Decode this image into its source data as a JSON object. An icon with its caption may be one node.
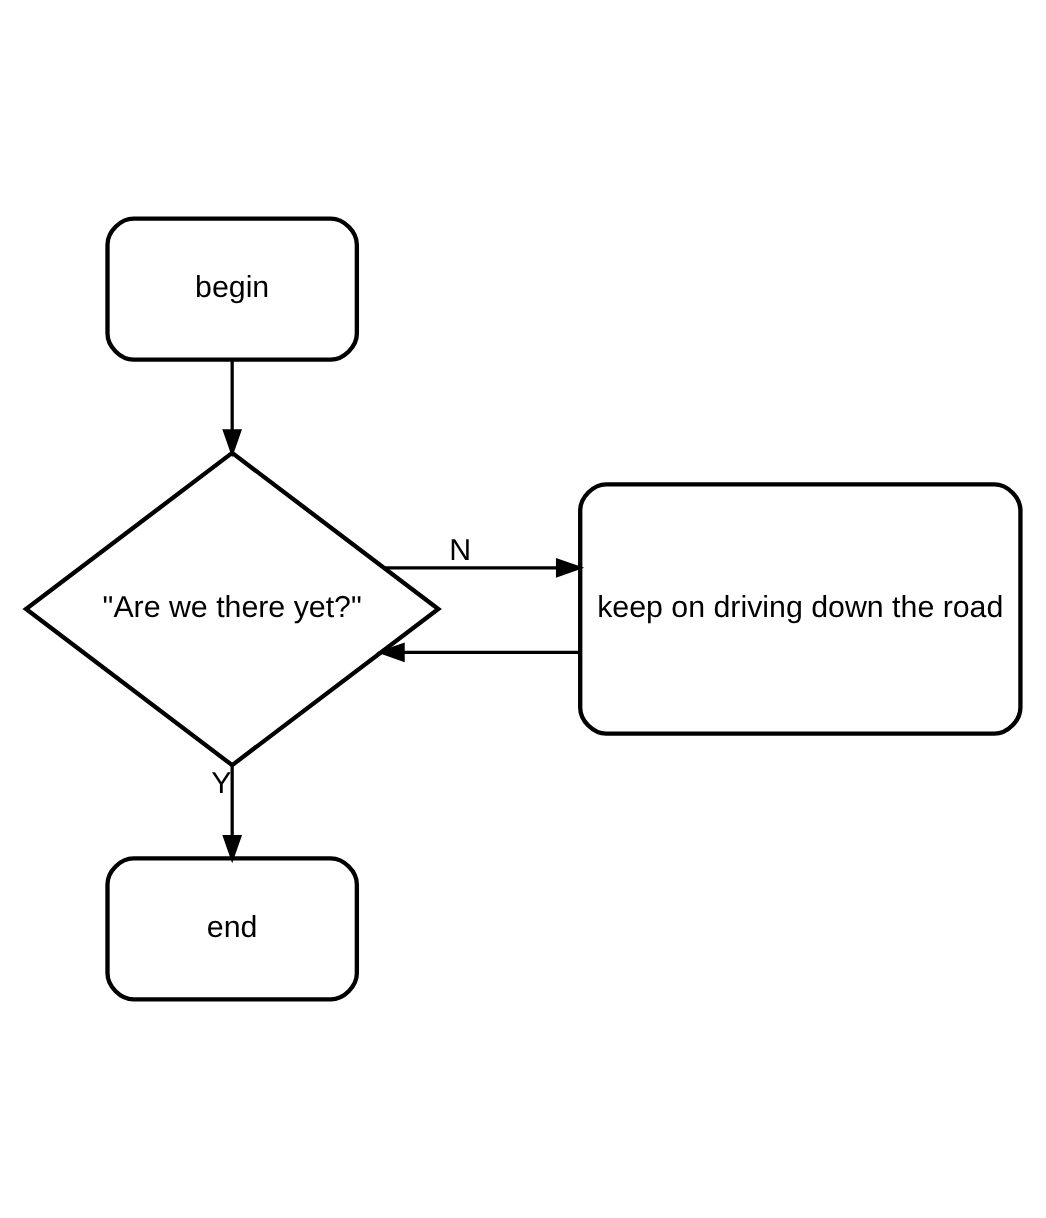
{
  "diagram": {
    "nodes": [
      {
        "text": [
          "begin"
        ]
      },
      {
        "text": [
          "\"Are we there yet?\""
        ]
      },
      {
        "text": [
          "keep on driving down the road"
        ]
      },
      {
        "text": [
          "end"
        ]
      }
    ],
    "edges": [
      {
        "from": 0,
        "to": 1,
        "arrow": "to"
      },
      {
        "from": 1,
        "to": 2,
        "arrow": "to",
        "label": "N"
      },
      {
        "from": 2,
        "to": 1,
        "arrow": "to"
      },
      {
        "from": 1,
        "to": 3,
        "arrow": "to",
        "label": "Y"
      }
    ]
  }
}
